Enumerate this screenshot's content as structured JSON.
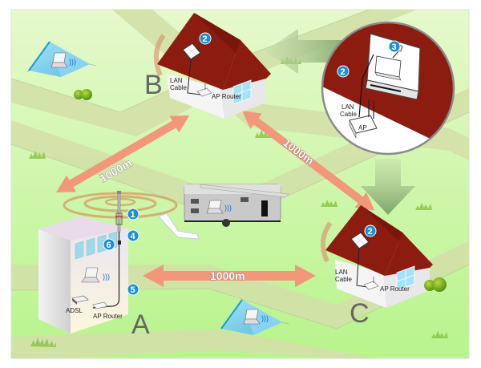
{
  "diagram": {
    "title": "Long-range outdoor Wi-Fi network topology",
    "colors": {
      "ground_top": "#e4f8c8",
      "ground_bottom": "#baf58e",
      "road": "#d4e2a8",
      "roof": "#8d1c10",
      "arrow": "#f29a7a",
      "badge": "#1a8fd8",
      "big_arrow": "#8fb07a"
    },
    "sites": {
      "A": {
        "letter": "A",
        "labels": {
          "adsl": "ADSL",
          "router": "AP Router"
        },
        "badges": [
          "1",
          "4",
          "6",
          "5"
        ]
      },
      "B": {
        "letter": "B",
        "labels": {
          "lan_line1": "LAN",
          "lan_line2": "Cable",
          "router": "AP Router"
        },
        "badges": [
          "2"
        ]
      },
      "C": {
        "letter": "C",
        "labels": {
          "lan_line1": "LAN",
          "lan_line2": "Cable",
          "router": "AP Router"
        },
        "badges": [
          "2"
        ]
      }
    },
    "detail_inset": {
      "labels": {
        "lan_line1": "LAN",
        "lan_line2": "Cable",
        "ap": "AP"
      },
      "badges": [
        "2",
        "3"
      ]
    },
    "links": [
      {
        "from": "A",
        "to": "B",
        "distance": "1000m"
      },
      {
        "from": "B",
        "to": "C",
        "distance": "1000m"
      },
      {
        "from": "A",
        "to": "C",
        "distance": "1000m"
      }
    ],
    "clients": [
      "tent-top-left",
      "tent-bottom",
      "camper-trailer"
    ]
  }
}
